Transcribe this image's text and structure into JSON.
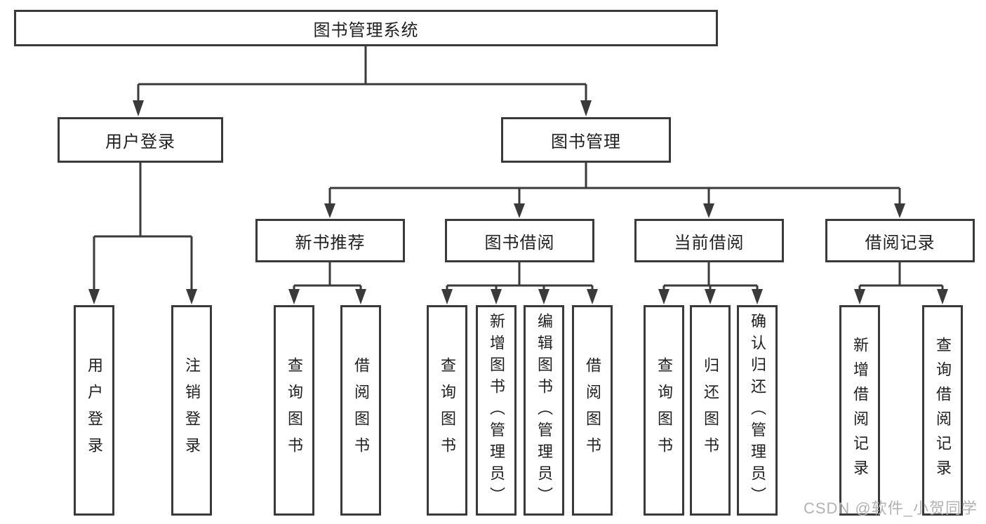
{
  "diagram": {
    "root": {
      "label": "图书管理系统"
    },
    "branches": [
      {
        "label": "用户登录",
        "children": [
          {
            "label": "用户登录"
          },
          {
            "label": "注销登录"
          }
        ]
      },
      {
        "label": "图书管理",
        "children": [
          {
            "label": "新书推荐",
            "children": [
              {
                "label": "查询图书"
              },
              {
                "label": "借阅图书"
              }
            ]
          },
          {
            "label": "图书借阅",
            "children": [
              {
                "label": "查询图书"
              },
              {
                "label": "新增图书（管理员）"
              },
              {
                "label": "编辑图书（管理员）"
              },
              {
                "label": "借阅图书"
              }
            ]
          },
          {
            "label": "当前借阅",
            "children": [
              {
                "label": "查询图书"
              },
              {
                "label": "归还图书"
              },
              {
                "label": "确认归还（管理员）"
              }
            ]
          },
          {
            "label": "借阅记录",
            "children": [
              {
                "label": "新增借阅记录"
              },
              {
                "label": "查询借阅记录"
              }
            ]
          }
        ]
      }
    ]
  },
  "watermark": {
    "text": "CSDN @软件_小贺同学",
    "color": "#b3b3b3"
  },
  "colors": {
    "line": "#3a3a3a",
    "box_border": "#3a3a3a",
    "text": "#1f1f1f",
    "background": "#ffffff"
  }
}
